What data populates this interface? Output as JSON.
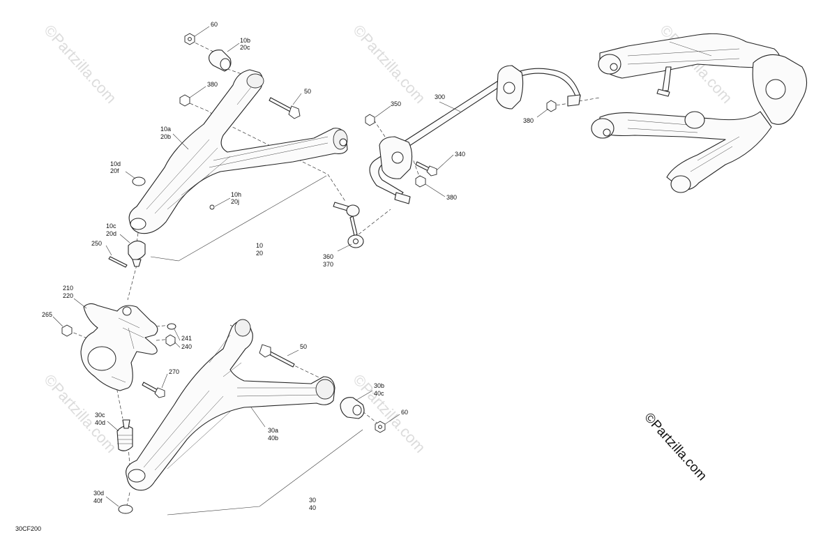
{
  "figure_code": "30CF200",
  "brand_mark": "©Partzilla.com",
  "watermark_text": "©Partzilla.com",
  "callouts": [
    {
      "id": "c60a",
      "label": "60"
    },
    {
      "id": "c10b",
      "label": "10b"
    },
    {
      "id": "c20c",
      "label": "20c"
    },
    {
      "id": "c380a",
      "label": "380"
    },
    {
      "id": "c50a",
      "label": "50"
    },
    {
      "id": "c10a",
      "label": "10a"
    },
    {
      "id": "c20b",
      "label": "20b"
    },
    {
      "id": "c10d",
      "label": "10d"
    },
    {
      "id": "c20f",
      "label": "20f"
    },
    {
      "id": "c10h",
      "label": "10h"
    },
    {
      "id": "c20j",
      "label": "20j"
    },
    {
      "id": "c10c",
      "label": "10c"
    },
    {
      "id": "c20d",
      "label": "20d"
    },
    {
      "id": "c250",
      "label": "250"
    },
    {
      "id": "c10",
      "label": "10"
    },
    {
      "id": "c20",
      "label": "20"
    },
    {
      "id": "c350",
      "label": "350"
    },
    {
      "id": "c300",
      "label": "300"
    },
    {
      "id": "c380b",
      "label": "380"
    },
    {
      "id": "c340",
      "label": "340"
    },
    {
      "id": "c380c",
      "label": "380"
    },
    {
      "id": "c360",
      "label": "360"
    },
    {
      "id": "c370",
      "label": "370"
    },
    {
      "id": "c210",
      "label": "210"
    },
    {
      "id": "c220",
      "label": "220"
    },
    {
      "id": "c265",
      "label": "265"
    },
    {
      "id": "c241",
      "label": "241"
    },
    {
      "id": "c240",
      "label": "240"
    },
    {
      "id": "c50b",
      "label": "50"
    },
    {
      "id": "c270",
      "label": "270"
    },
    {
      "id": "c30b",
      "label": "30b"
    },
    {
      "id": "c40c",
      "label": "40c"
    },
    {
      "id": "c60b",
      "label": "60"
    },
    {
      "id": "c30c",
      "label": "30c"
    },
    {
      "id": "c40d",
      "label": "40d"
    },
    {
      "id": "c30a",
      "label": "30a"
    },
    {
      "id": "c40b",
      "label": "40b"
    },
    {
      "id": "c30d",
      "label": "30d"
    },
    {
      "id": "c40f",
      "label": "40f"
    },
    {
      "id": "c30",
      "label": "30"
    },
    {
      "id": "c40",
      "label": "40"
    }
  ]
}
